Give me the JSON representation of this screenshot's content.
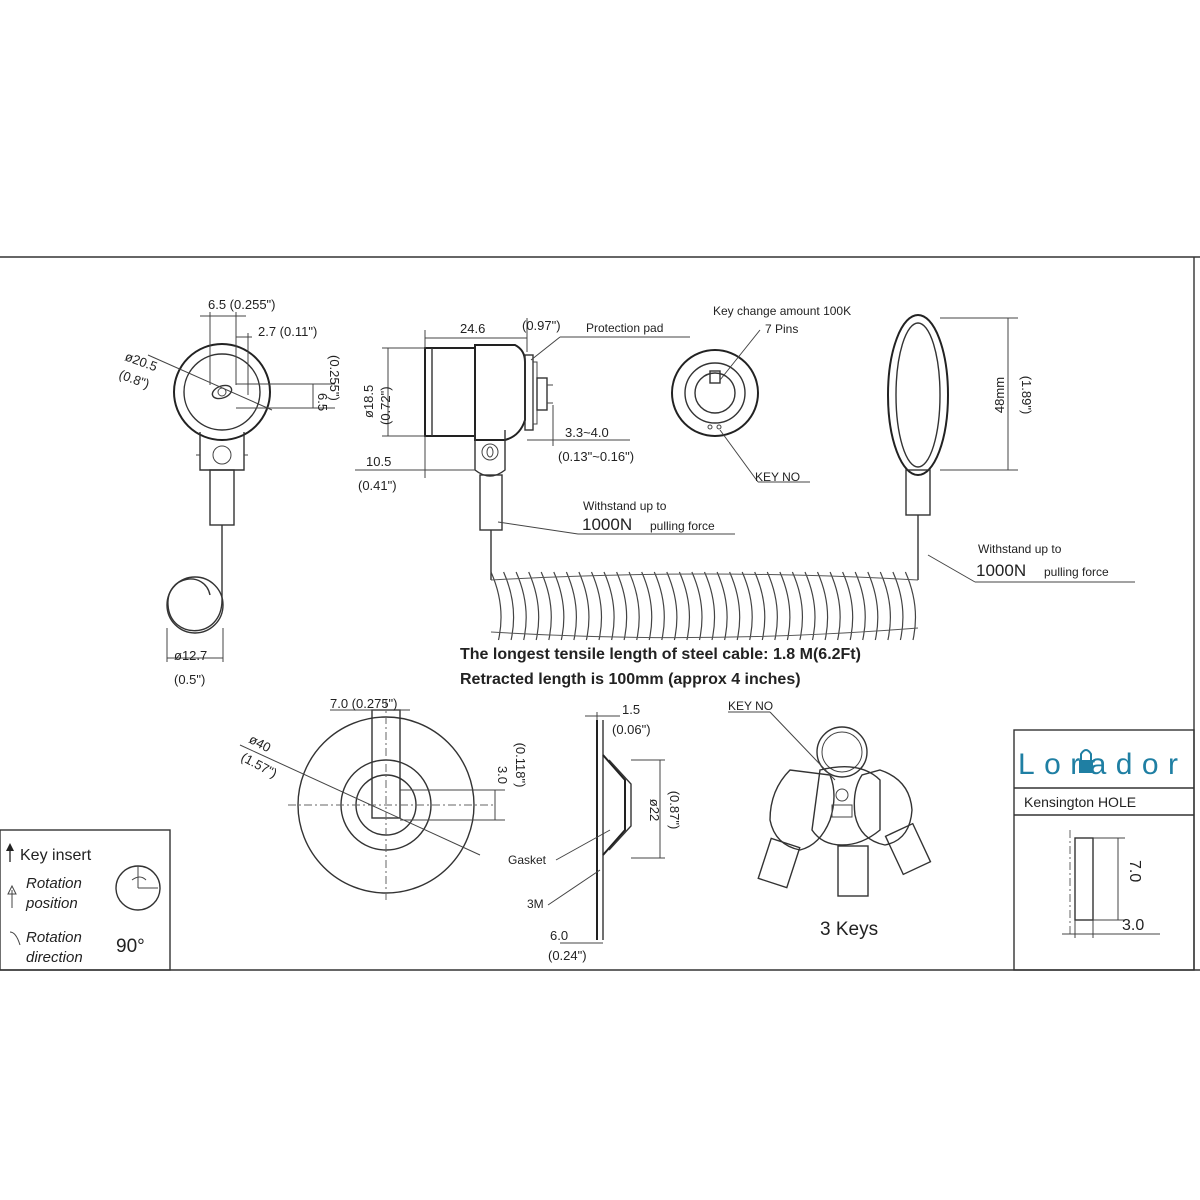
{
  "drawing": {
    "head_dims": {
      "width_65": "6.5 (0.255\")",
      "width_27": "2.7 (0.11\")",
      "dia_205": "ø20.5",
      "dia_205_in": "(0.8\")",
      "height_65": "6.5",
      "height_65_in": "(0.255\")",
      "loop_dia": "ø12.7",
      "loop_dia_in": "(0.5\")"
    },
    "side_dims": {
      "length_246": "24.6",
      "length_246_in": "(0.97\")",
      "protection_pad": "Protection pad",
      "dia_185": "ø18.5",
      "dia_185_in": "(0.72\")",
      "offset_105": "10.5",
      "offset_105_in": "(0.41\")",
      "range_33_40": "3.3~4.0",
      "range_33_40_in": "(0.13\"~0.16\")"
    },
    "key_face": {
      "key_change": "Key change amount 100K",
      "pins": "7 Pins",
      "key_no": "KEY NO"
    },
    "loop": {
      "length_48": "48mm",
      "length_48_in": "(1.89\")"
    },
    "force_note_1": {
      "line1": "Withstand up to",
      "value": "1000N",
      "unit": "pulling force"
    },
    "force_note_2": {
      "line1": "Withstand up to",
      "value": "1000N",
      "unit": "pulling force"
    },
    "cable_text": {
      "line1": "The longest tensile length of steel cable: 1.8    M(6.2Ft)",
      "line2": "Retracted length is 100mm (approx 4 inches)"
    },
    "plate_dims": {
      "width_70": "7.0 (0.275\")",
      "dia_40": "ø40",
      "dia_40_in": "(1.57\")",
      "height_30": "3.0",
      "height_30_in": "(0.118\")"
    },
    "section_dims": {
      "thick_15": "1.5",
      "thick_15_in": "(0.06\")",
      "dia_22": "ø22",
      "dia_22_in": "(0.87\")",
      "gasket": "Gasket",
      "tape": "3M",
      "depth_60": "6.0",
      "depth_60_in": "(0.24\")"
    },
    "keys": {
      "key_no": "KEY NO",
      "caption": "3 Keys"
    },
    "legend": {
      "key_insert": "Key insert",
      "rotation_position_1": "Rotation",
      "rotation_position_2": "position",
      "rotation_direction_1": "Rotation",
      "rotation_direction_2": "direction",
      "angle": "90°"
    },
    "brand_box": {
      "logo": "Lorador",
      "label": "Kensington HOLE",
      "dim_70": "7.0",
      "dim_30": "3.0"
    }
  },
  "colors": {
    "ink": "#222222",
    "logo": "#1f7fa3"
  }
}
